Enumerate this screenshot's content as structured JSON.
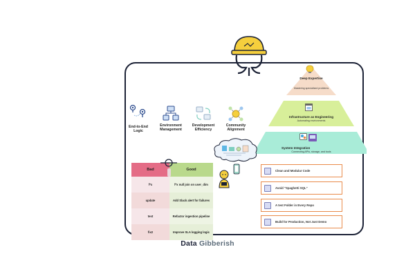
{
  "icons": [
    {
      "name": "route-pin-icon",
      "label": "End-to-End Logic"
    },
    {
      "name": "network-nodes-icon",
      "label": "Environment Management"
    },
    {
      "name": "workflow-cycle-icon",
      "label": "Development Efficiency"
    },
    {
      "name": "community-hub-icon",
      "label": "Community Alignment"
    }
  ],
  "pyramid": {
    "top": {
      "title": "Deep Expertise",
      "subtitle": "Mastering specialised problems",
      "color": "#f6dcc9"
    },
    "middle": {
      "title": "Infrastructure as Engineering",
      "subtitle": "Automating environments",
      "color": "#d8ef9a"
    },
    "bottom": {
      "title": "System Integration",
      "subtitle": "Connecting APIs, storage, and tools",
      "color": "#a9ecd8"
    }
  },
  "table": {
    "headers": {
      "bad": "Bad",
      "good": "Good"
    },
    "rows": [
      {
        "bad": "f*x",
        "good": "f*x null join on user_dim"
      },
      {
        "bad": "update",
        "good": "Add Slack alert for failures"
      },
      {
        "bad": "test",
        "good": "Refactor ingestion pipeline"
      },
      {
        "bad": "fix2",
        "good": "Improve SLA logging logic"
      }
    ]
  },
  "practices": [
    {
      "label": "Clean and Modular Code"
    },
    {
      "label": "Avoid \"Spaghetti SQL\""
    },
    {
      "label": "A test Folder in Every Repo"
    },
    {
      "label": "Build for Production, Not Just Demo"
    }
  ],
  "brand": {
    "word1": "Data",
    "word2": "Gibberish"
  },
  "colors": {
    "frame": "#1c2236",
    "helmet": "#f5cf3d",
    "bad_header": "#e46c86",
    "good_header": "#b9d98c",
    "practice_border": "#e98a4a"
  }
}
